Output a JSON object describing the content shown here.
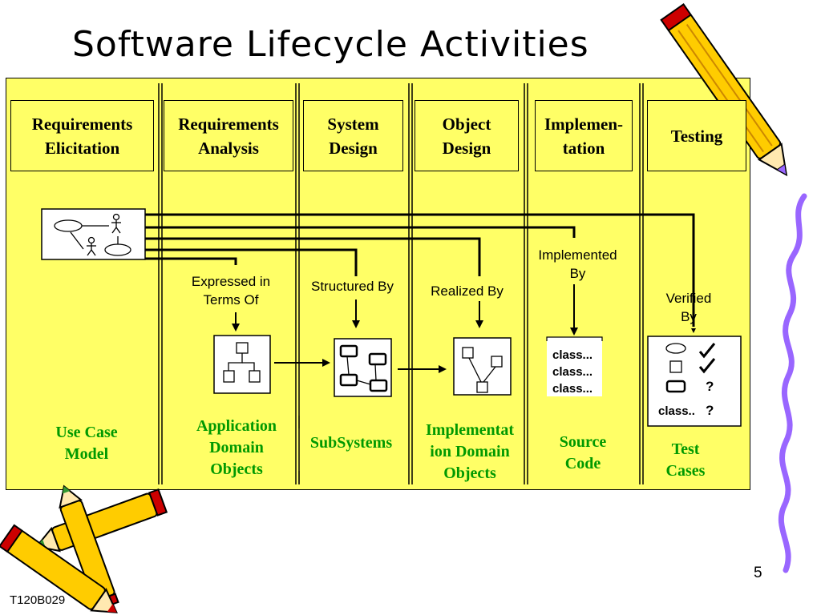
{
  "slide": {
    "title": "Software Lifecycle Activities",
    "slide_number": "5",
    "footer": "T120B029"
  },
  "headers": [
    {
      "line1": "Requirements",
      "line2": "Elicitation"
    },
    {
      "line1": "Requirements",
      "line2": "Analysis"
    },
    {
      "line1": "System",
      "line2": "Design"
    },
    {
      "line1": "Object",
      "line2": "Design"
    },
    {
      "line1": "Implemen-",
      "line2": "tation"
    },
    {
      "line1": "Testing",
      "line2": ""
    }
  ],
  "relations": {
    "expressed": {
      "line1": "Expressed in",
      "line2": "Terms Of"
    },
    "structured": {
      "line1": "Structured By",
      "line2": ""
    },
    "realized": {
      "line1": "Realized By",
      "line2": ""
    },
    "implemented": {
      "line1": "Implemented",
      "line2": "By"
    },
    "verified": {
      "line1": "Verified",
      "line2": "By"
    }
  },
  "outputs": [
    {
      "line1": "Use Case",
      "line2": "Model",
      "line3": ""
    },
    {
      "line1": "Application",
      "line2": "Domain",
      "line3": "Objects"
    },
    {
      "line1": "SubSystems",
      "line2": "",
      "line3": ""
    },
    {
      "line1": "Implementat",
      "line2": "ion Domain",
      "line3": "Objects"
    },
    {
      "line1": "Source",
      "line2": "Code",
      "line3": ""
    },
    {
      "line1": "Test",
      "line2": "Cases",
      "line3": ""
    }
  ],
  "source_code_lines": [
    "class...",
    "class...",
    "class..."
  ],
  "test_case": {
    "class_label": "class..",
    "unknown_mark": "?"
  },
  "colors": {
    "board": "#ffff66",
    "output_text": "#009900",
    "pencil_body": "#ffcc00",
    "squiggle": "#9966ff"
  }
}
